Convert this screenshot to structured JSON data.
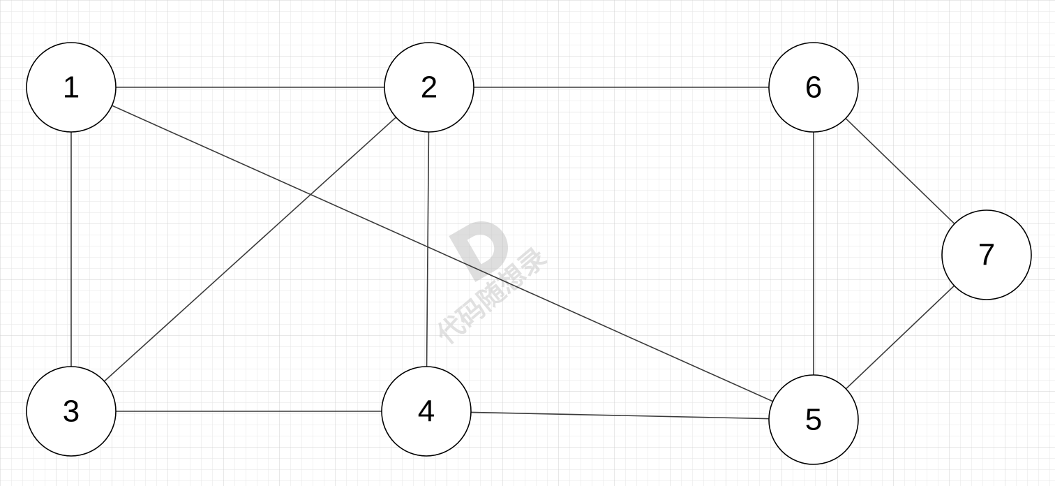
{
  "colors": {
    "background": "#ffffff",
    "grid_minor": "#e6e6e6",
    "grid_major": "#d0d0d0",
    "edge": "#3a3a3a",
    "node_fill": "#ffffff",
    "node_stroke": "#000000",
    "label": "#000000",
    "watermark": "#c9c9c9"
  },
  "graph": {
    "directed": false,
    "nodes": [
      {
        "id": "1",
        "label": "1"
      },
      {
        "id": "2",
        "label": "2"
      },
      {
        "id": "3",
        "label": "3"
      },
      {
        "id": "4",
        "label": "4"
      },
      {
        "id": "5",
        "label": "5"
      },
      {
        "id": "6",
        "label": "6"
      },
      {
        "id": "7",
        "label": "7"
      }
    ],
    "edges": [
      {
        "from": "1",
        "to": "2"
      },
      {
        "from": "1",
        "to": "3"
      },
      {
        "from": "1",
        "to": "5"
      },
      {
        "from": "2",
        "to": "3"
      },
      {
        "from": "2",
        "to": "4"
      },
      {
        "from": "2",
        "to": "6"
      },
      {
        "from": "3",
        "to": "4"
      },
      {
        "from": "4",
        "to": "5"
      },
      {
        "from": "5",
        "to": "6"
      },
      {
        "from": "5",
        "to": "7"
      },
      {
        "from": "6",
        "to": "7"
      }
    ]
  },
  "watermark": {
    "logo_icon": "d-logo-icon",
    "text": "代码随想录"
  }
}
